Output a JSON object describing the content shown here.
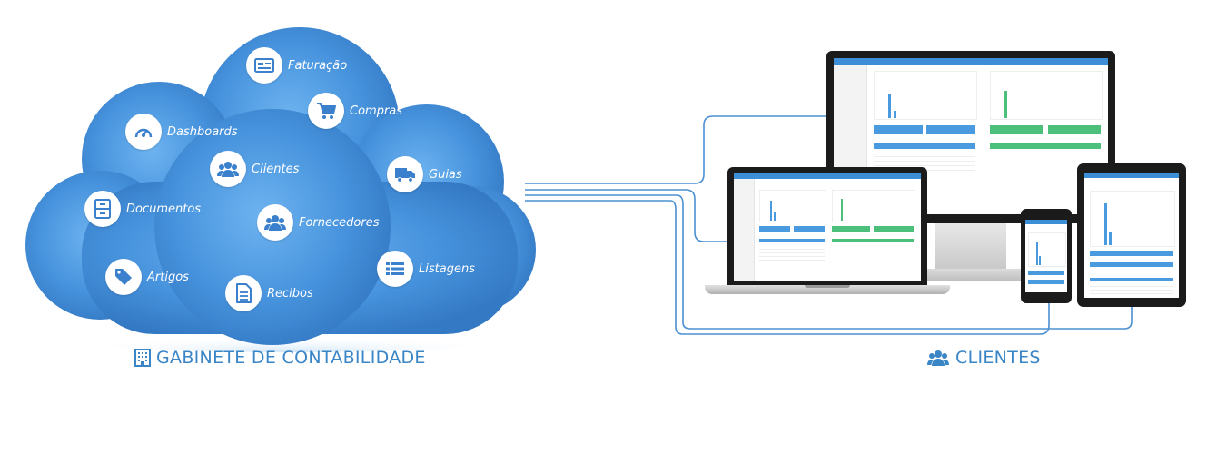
{
  "cloud": {
    "features": [
      {
        "label": "Faturação",
        "icon": "invoice-icon"
      },
      {
        "label": "Compras",
        "icon": "cart-icon"
      },
      {
        "label": "Dashboards",
        "icon": "dashboard-icon"
      },
      {
        "label": "Clientes",
        "icon": "users-icon"
      },
      {
        "label": "Guias",
        "icon": "truck-icon"
      },
      {
        "label": "Documentos",
        "icon": "archive-icon"
      },
      {
        "label": "Fornecedores",
        "icon": "users-icon"
      },
      {
        "label": "Listagens",
        "icon": "list-icon"
      },
      {
        "label": "Artigos",
        "icon": "tags-icon"
      },
      {
        "label": "Recibos",
        "icon": "document-icon"
      }
    ],
    "caption": "GABINETE DE CONTABILIDADE",
    "caption_icon": "building-icon"
  },
  "clients": {
    "caption": "CLIENTES",
    "caption_icon": "users-icon",
    "devices": [
      "desktop-monitor",
      "laptop",
      "tablet",
      "phone"
    ]
  },
  "colors": {
    "cloud_center": "#5aa6ea",
    "cloud_edge": "#3a80cc",
    "accent": "#3a85c6",
    "green": "#4cc07a",
    "line": "#4a90d2"
  }
}
